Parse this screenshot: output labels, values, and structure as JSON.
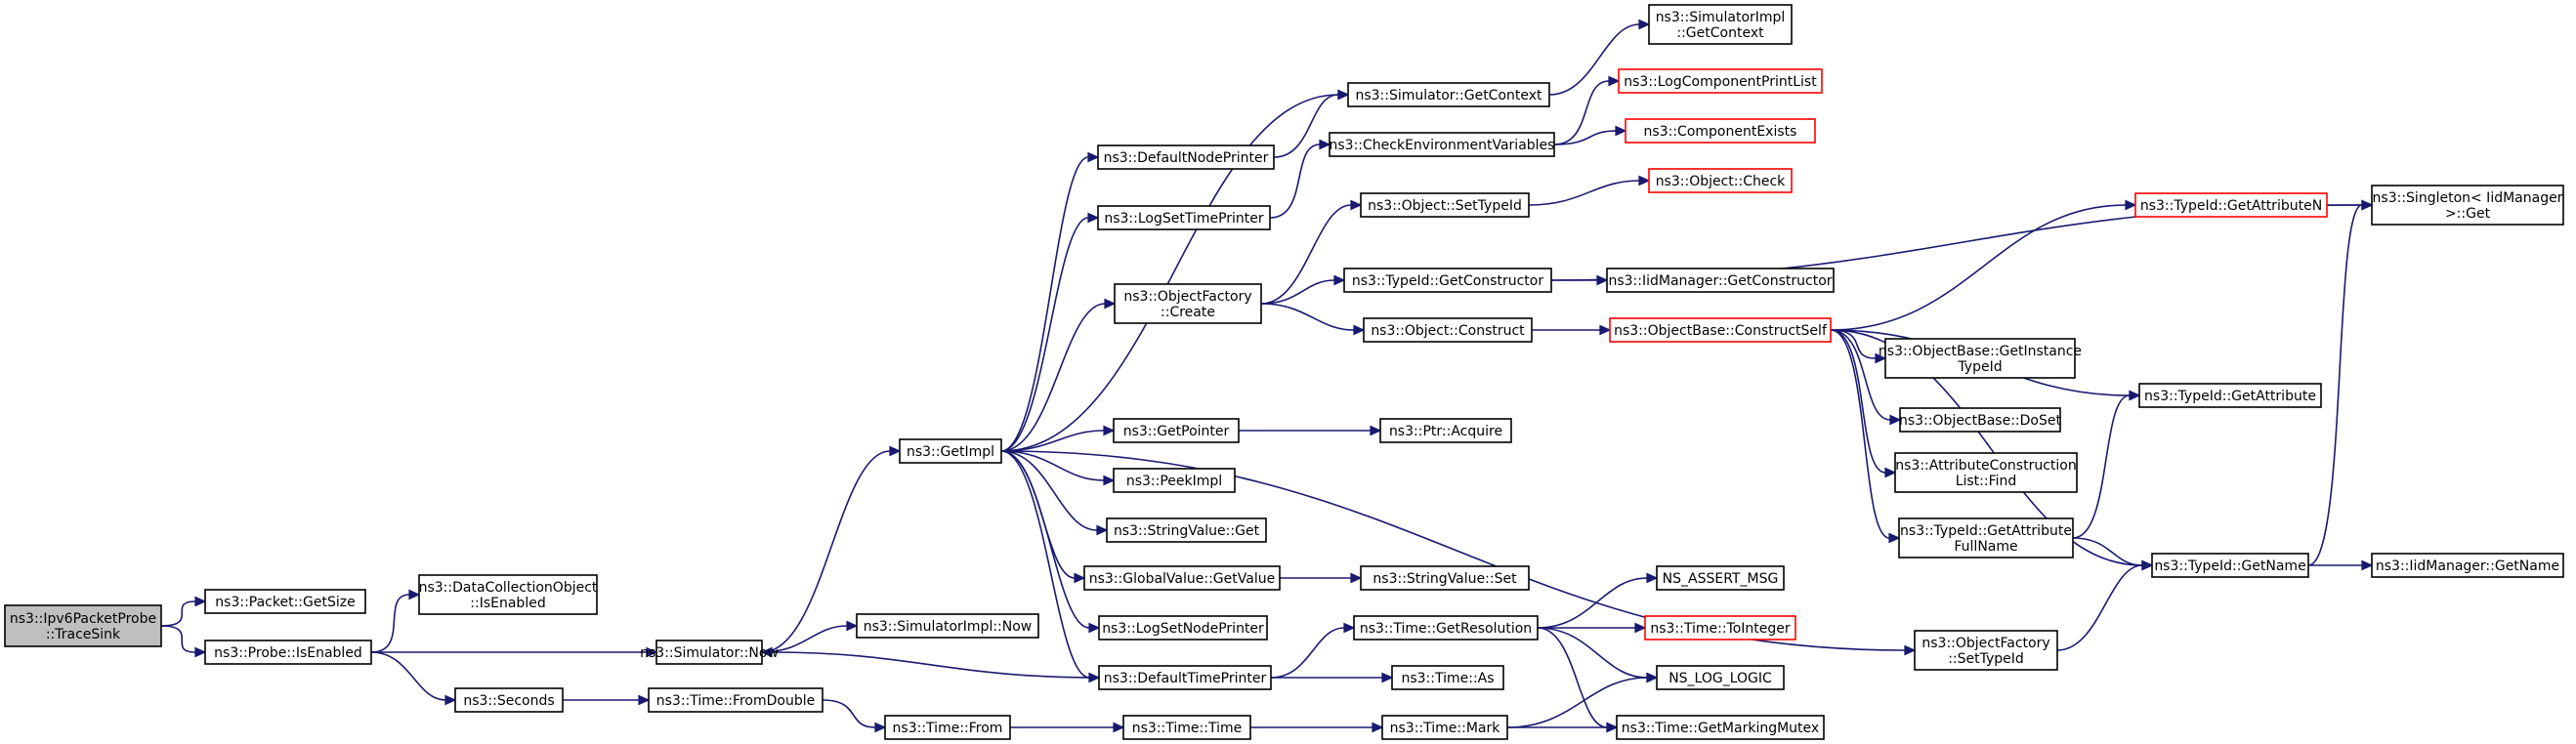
{
  "graph": {
    "nodes": [
      {
        "id": "root",
        "lines": [
          "ns3::Ipv6PacketProbe",
          "::TraceSink"
        ],
        "style": "root"
      },
      {
        "id": "getsize",
        "lines": [
          "ns3::Packet::GetSize"
        ],
        "style": "normal"
      },
      {
        "id": "probeenabled",
        "lines": [
          "ns3::Probe::IsEnabled"
        ],
        "style": "normal"
      },
      {
        "id": "dcoenabled",
        "lines": [
          "ns3::DataCollectionObject",
          "::IsEnabled"
        ],
        "style": "normal"
      },
      {
        "id": "simnow",
        "lines": [
          "ns3::Simulator::Now"
        ],
        "style": "normal"
      },
      {
        "id": "seconds",
        "lines": [
          "ns3::Seconds"
        ],
        "style": "normal"
      },
      {
        "id": "simimplnow",
        "lines": [
          "ns3::SimulatorImpl::Now"
        ],
        "style": "normal"
      },
      {
        "id": "fromdouble",
        "lines": [
          "ns3::Time::FromDouble"
        ],
        "style": "normal"
      },
      {
        "id": "getimpl",
        "lines": [
          "ns3::GetImpl"
        ],
        "style": "normal"
      },
      {
        "id": "timefrom",
        "lines": [
          "ns3::Time::From"
        ],
        "style": "normal"
      },
      {
        "id": "defnodeprinter",
        "lines": [
          "ns3::DefaultNodePrinter"
        ],
        "style": "normal"
      },
      {
        "id": "logsettime",
        "lines": [
          "ns3::LogSetTimePrinter"
        ],
        "style": "normal"
      },
      {
        "id": "objfactcreate",
        "lines": [
          "ns3::ObjectFactory",
          "::Create"
        ],
        "style": "normal"
      },
      {
        "id": "getpointer",
        "lines": [
          "ns3::GetPointer"
        ],
        "style": "normal"
      },
      {
        "id": "peekimpl",
        "lines": [
          "ns3::PeekImpl"
        ],
        "style": "normal"
      },
      {
        "id": "strvalget",
        "lines": [
          "ns3::StringValue::Get"
        ],
        "style": "normal"
      },
      {
        "id": "globalval",
        "lines": [
          "ns3::GlobalValue::GetValue"
        ],
        "style": "normal"
      },
      {
        "id": "lognodeprinter",
        "lines": [
          "ns3::LogSetNodePrinter"
        ],
        "style": "normal"
      },
      {
        "id": "deftimeprinter",
        "lines": [
          "ns3::DefaultTimePrinter"
        ],
        "style": "normal"
      },
      {
        "id": "timetime",
        "lines": [
          "ns3::Time::Time"
        ],
        "style": "normal"
      },
      {
        "id": "simgetcontext",
        "lines": [
          "ns3::Simulator::GetContext"
        ],
        "style": "normal"
      },
      {
        "id": "checkenv",
        "lines": [
          "ns3::CheckEnvironmentVariables"
        ],
        "style": "normal"
      },
      {
        "id": "settypeid",
        "lines": [
          "ns3::Object::SetTypeId"
        ],
        "style": "normal"
      },
      {
        "id": "getconstructor",
        "lines": [
          "ns3::TypeId::GetConstructor"
        ],
        "style": "normal"
      },
      {
        "id": "objconstruct",
        "lines": [
          "ns3::Object::Construct"
        ],
        "style": "normal"
      },
      {
        "id": "ptracquire",
        "lines": [
          "ns3::Ptr::Acquire"
        ],
        "style": "normal"
      },
      {
        "id": "strvalset",
        "lines": [
          "ns3::StringValue::Set"
        ],
        "style": "normal"
      },
      {
        "id": "getresolution",
        "lines": [
          "ns3::Time::GetResolution"
        ],
        "style": "normal"
      },
      {
        "id": "timeas",
        "lines": [
          "ns3::Time::As"
        ],
        "style": "normal"
      },
      {
        "id": "timemark",
        "lines": [
          "ns3::Time::Mark"
        ],
        "style": "normal"
      },
      {
        "id": "simimplgetctx",
        "lines": [
          "ns3::SimulatorImpl",
          "::GetContext"
        ],
        "style": "normal"
      },
      {
        "id": "logcompprint",
        "lines": [
          "ns3::LogComponentPrintList"
        ],
        "style": "red"
      },
      {
        "id": "compexists",
        "lines": [
          "ns3::ComponentExists"
        ],
        "style": "red"
      },
      {
        "id": "objcheck",
        "lines": [
          "ns3::Object::Check"
        ],
        "style": "red"
      },
      {
        "id": "iidgetctor",
        "lines": [
          "ns3::IidManager::GetConstructor"
        ],
        "style": "normal"
      },
      {
        "id": "constructself",
        "lines": [
          "ns3::ObjectBase::ConstructSelf"
        ],
        "style": "red"
      },
      {
        "id": "nsassert",
        "lines": [
          "NS_ASSERT_MSG"
        ],
        "style": "normal"
      },
      {
        "id": "tointeger",
        "lines": [
          "ns3::Time::ToInteger"
        ],
        "style": "red"
      },
      {
        "id": "nsloglogic",
        "lines": [
          "NS_LOG_LOGIC"
        ],
        "style": "normal"
      },
      {
        "id": "markingmutex",
        "lines": [
          "ns3::Time::GetMarkingMutex"
        ],
        "style": "normal"
      },
      {
        "id": "getinstancetypeid",
        "lines": [
          "ns3::ObjectBase::GetInstance",
          "TypeId"
        ],
        "style": "normal"
      },
      {
        "id": "doset",
        "lines": [
          "ns3::ObjectBase::DoSet"
        ],
        "style": "normal"
      },
      {
        "id": "attrconstfind",
        "lines": [
          "ns3::AttributeConstruction",
          "List::Find"
        ],
        "style": "normal"
      },
      {
        "id": "getattrfullname",
        "lines": [
          "ns3::TypeId::GetAttribute",
          "FullName"
        ],
        "style": "normal"
      },
      {
        "id": "objfactsettypeid",
        "lines": [
          "ns3::ObjectFactory",
          "::SetTypeId"
        ],
        "style": "normal"
      },
      {
        "id": "getattributen",
        "lines": [
          "ns3::TypeId::GetAttributeN"
        ],
        "style": "red"
      },
      {
        "id": "getattribute",
        "lines": [
          "ns3::TypeId::GetAttribute"
        ],
        "style": "normal"
      },
      {
        "id": "typeidgetname",
        "lines": [
          "ns3::TypeId::GetName"
        ],
        "style": "normal"
      },
      {
        "id": "singletonget",
        "lines": [
          "ns3::Singleton< IidManager",
          ">::Get"
        ],
        "style": "normal"
      },
      {
        "id": "iidgetname",
        "lines": [
          "ns3::IidManager::GetName"
        ],
        "style": "normal"
      }
    ]
  }
}
